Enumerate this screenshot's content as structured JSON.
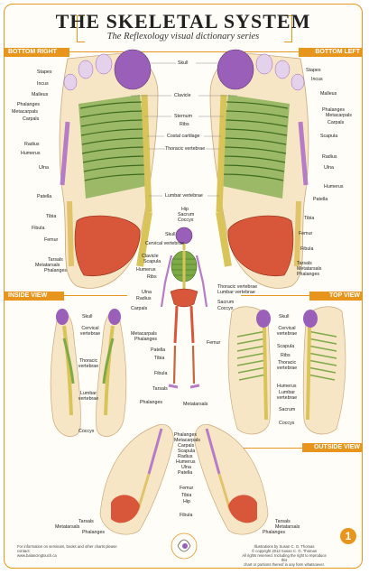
{
  "title": "THE SKELETAL SYSTEM",
  "subtitle": "The Reflexology visual dictionary series",
  "sections": {
    "bottom_right": "BOTTOM RIGHT",
    "bottom_left": "BOTTOM LEFT",
    "inside_view": "INSIDE VIEW",
    "top_view": "TOP VIEW",
    "outside_view": "OUTSIDE VIEW"
  },
  "labels": {
    "skull": "Skull",
    "stapes": "Stapes",
    "incus": "Incus",
    "malleus": "Malleus",
    "phalanges": "Phalanges",
    "metacarpals": "Metacarpals",
    "carpals": "Carpals",
    "clavicle": "Clavicle",
    "sternum": "Sternum",
    "ribs": "Ribs",
    "costal_cartilage": "Costal cartilage",
    "thoracic_vertebrae": "Thoracic vertebrae",
    "radius": "Radius",
    "humerus": "Humerus",
    "ulna": "Ulna",
    "scapula": "Scapula",
    "lumbar_vertebrae": "Lumbar vertebrae",
    "patella": "Patella",
    "tibia": "Tibia",
    "fibula": "Fibula",
    "femur": "Femur",
    "hip": "Hip",
    "sacrum": "Sacrum",
    "coccyx": "Coccyx",
    "cervical_vertebrae": "Cervical vertebrae",
    "tarsals": "Tarsals",
    "metatarsals": "Metatarsals"
  },
  "footer": {
    "left_1": "For information on seminars, books and other charts please contact:",
    "left_2": "www.balancingtouch.ca",
    "right_1": "Illustrations by Susan C. G. Thomas",
    "right_2": "© copyright 2013 Susan C. G. Thomas",
    "right_3": "All rights reserved. Including the right to reproduce this",
    "right_4": "chart or portions thereof in any form whatsoever."
  },
  "page_number": "1",
  "colors": {
    "accent": "#e8951e",
    "skull": "#9a5fb8",
    "ribs": "#7daa47",
    "spine": "#d9c45a",
    "pelvis": "#d8563a",
    "arm": "#b77cc6",
    "foot_skin": "#f7e6c6"
  }
}
